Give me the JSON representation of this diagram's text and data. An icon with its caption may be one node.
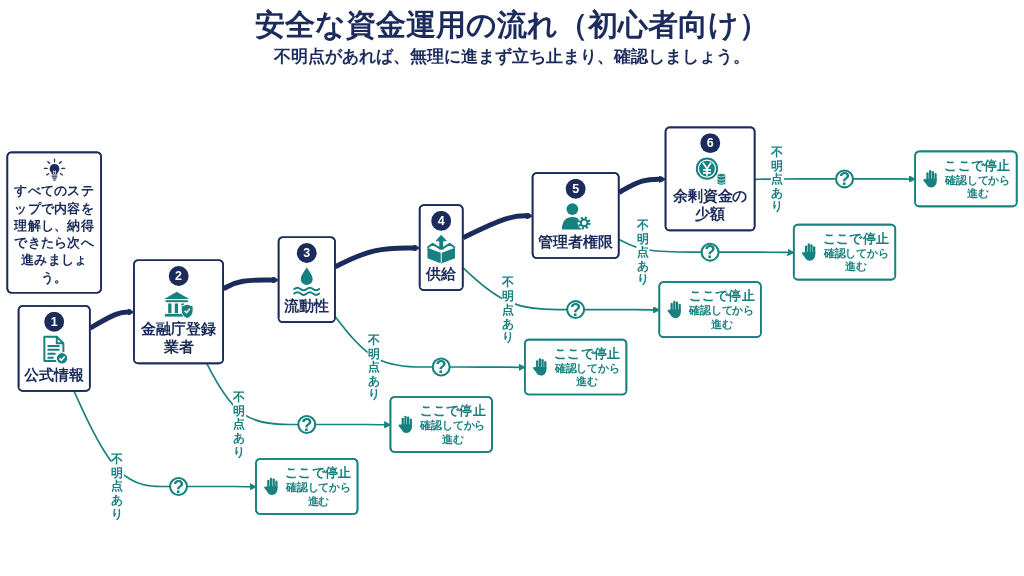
{
  "diagram": {
    "title": "安全な資金運用の流れ（初心者向け）",
    "nodes": [
      {
        "text": [
          "1",
          "公式情報"
        ]
      },
      {
        "text": [
          "2",
          "金融庁登録業者"
        ]
      },
      {
        "text": [
          "3",
          "流動性"
        ]
      },
      {
        "text": [
          "4",
          "供給"
        ]
      },
      {
        "text": [
          "5",
          "管理者権限"
        ]
      },
      {
        "text": [
          "6",
          "余剰資金の少額"
        ]
      },
      {
        "text": [
          "?"
        ]
      },
      {
        "text": [
          "?"
        ]
      },
      {
        "text": [
          "?"
        ]
      },
      {
        "text": [
          "?"
        ]
      },
      {
        "text": [
          "?"
        ]
      },
      {
        "text": [
          "?"
        ]
      },
      {
        "text": [
          "ここで停止",
          "確認してから進む"
        ]
      },
      {
        "text": [
          "ここで停止",
          "確認してから進む"
        ]
      },
      {
        "text": [
          "ここで停止",
          "確認してから進む"
        ]
      },
      {
        "text": [
          "ここで停止",
          "確認してから進む"
        ]
      },
      {
        "text": [
          "ここで停止",
          "確認してから進む"
        ]
      },
      {
        "text": [
          "ここで停止",
          "確認してから進む"
        ]
      },
      {
        "text": [
          "すべてのステップで内容を理解し、納得できたら次へ進みましょう。"
        ]
      }
    ],
    "edges": [
      {
        "from": 0,
        "to": 1,
        "arrow": "to",
        "style": "thick",
        "color": "#1b2b5b"
      },
      {
        "from": 1,
        "to": 2,
        "arrow": "to",
        "style": "thick",
        "color": "#1b2b5b"
      },
      {
        "from": 2,
        "to": 3,
        "arrow": "to",
        "style": "thick",
        "color": "#1b2b5b"
      },
      {
        "from": 3,
        "to": 4,
        "arrow": "to",
        "style": "thick",
        "color": "#1b2b5b"
      },
      {
        "from": 4,
        "to": 5,
        "arrow": "to",
        "style": "thick",
        "color": "#1b2b5b"
      },
      {
        "from": 0,
        "to": 6,
        "arrow": "none",
        "label": "不明点あり"
      },
      {
        "from": 6,
        "to": 12,
        "arrow": "to"
      },
      {
        "from": 1,
        "to": 7,
        "arrow": "none",
        "label": "不明点あり"
      },
      {
        "from": 7,
        "to": 13,
        "arrow": "to"
      },
      {
        "from": 2,
        "to": 8,
        "arrow": "none",
        "label": "不明点あり"
      },
      {
        "from": 8,
        "to": 14,
        "arrow": "to"
      },
      {
        "from": 3,
        "to": 9,
        "arrow": "none",
        "label": "不明点あり"
      },
      {
        "from": 9,
        "to": 15,
        "arrow": "to"
      },
      {
        "from": 4,
        "to": 10,
        "arrow": "none",
        "label": "不明点あり"
      },
      {
        "from": 10,
        "to": 16,
        "arrow": "to"
      },
      {
        "from": 5,
        "to": 11,
        "arrow": "none",
        "label": "不明点あり"
      },
      {
        "from": 11,
        "to": 17,
        "arrow": "to"
      }
    ],
    "labels": [
      "不明点があれば、無理に進まず立ち止まり、確認しましょう。"
    ]
  }
}
